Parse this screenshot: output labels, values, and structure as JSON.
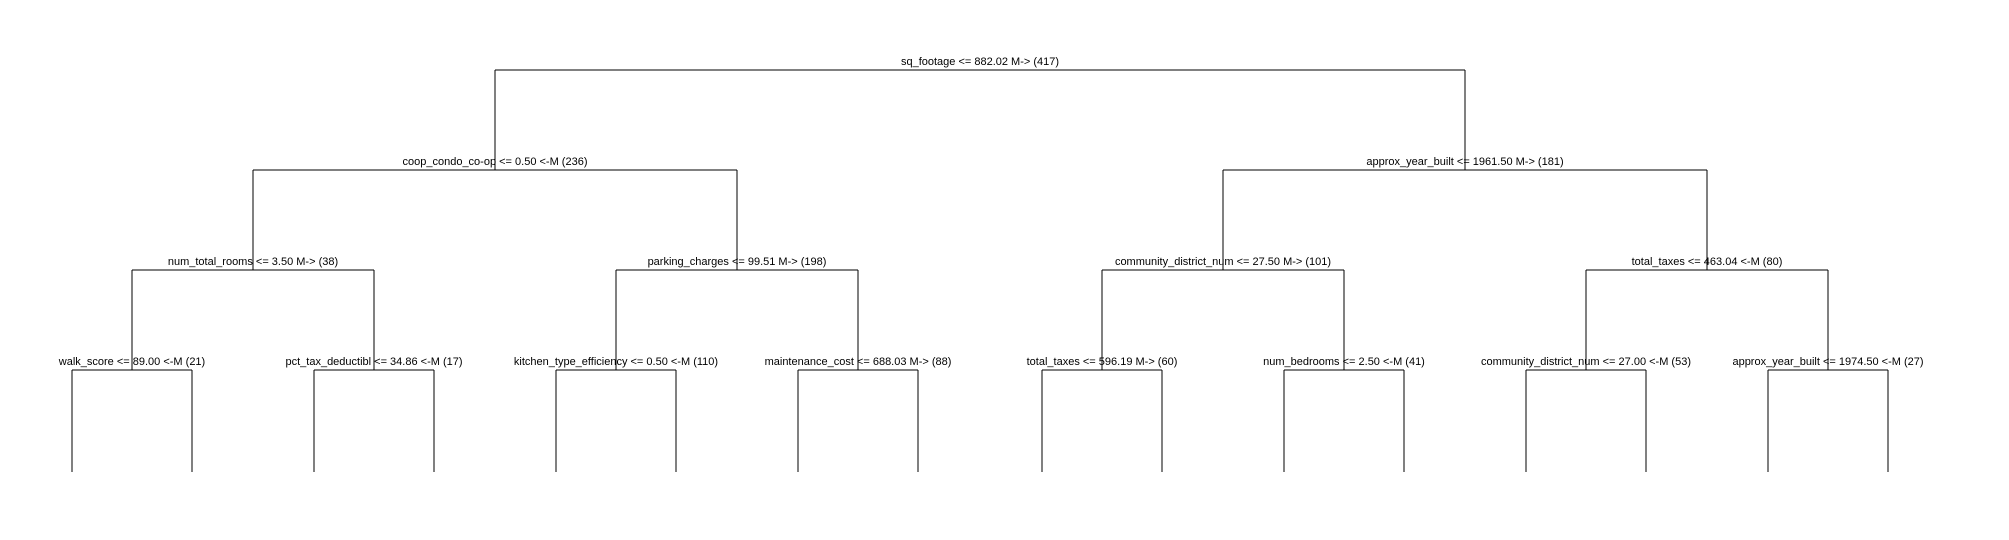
{
  "tree": {
    "root": {
      "label": "sq_footage <= 882.02 M-> (417)",
      "children": [
        {
          "label": "coop_condo_co-op <= 0.50 <-M (236)",
          "children": [
            {
              "label": "num_total_rooms <= 3.50 M-> (38)",
              "children": [
                {
                  "label": "walk_score <= 89.00 <-M (21)",
                  "children": []
                },
                {
                  "label": "pct_tax_deductibl <= 34.86 <-M (17)",
                  "children": []
                }
              ]
            },
            {
              "label": "parking_charges <= 99.51 M-> (198)",
              "children": [
                {
                  "label": "kitchen_type_efficiency <= 0.50 <-M (110)",
                  "children": []
                },
                {
                  "label": "maintenance_cost <= 688.03 M-> (88)",
                  "children": []
                }
              ]
            }
          ]
        },
        {
          "label": "approx_year_built <= 1961.50 M-> (181)",
          "children": [
            {
              "label": "community_district_num <= 27.50 M-> (101)",
              "children": [
                {
                  "label": "total_taxes <= 596.19 M-> (60)",
                  "children": []
                },
                {
                  "label": "num_bedrooms <= 2.50 <-M (41)",
                  "children": []
                }
              ]
            },
            {
              "label": "total_taxes <= 463.04 <-M (80)",
              "children": [
                {
                  "label": "community_district_num <= 27.00 <-M (53)",
                  "children": []
                },
                {
                  "label": "approx_year_built <= 1974.50 <-M (27)",
                  "children": []
                }
              ]
            }
          ]
        }
      ]
    }
  }
}
